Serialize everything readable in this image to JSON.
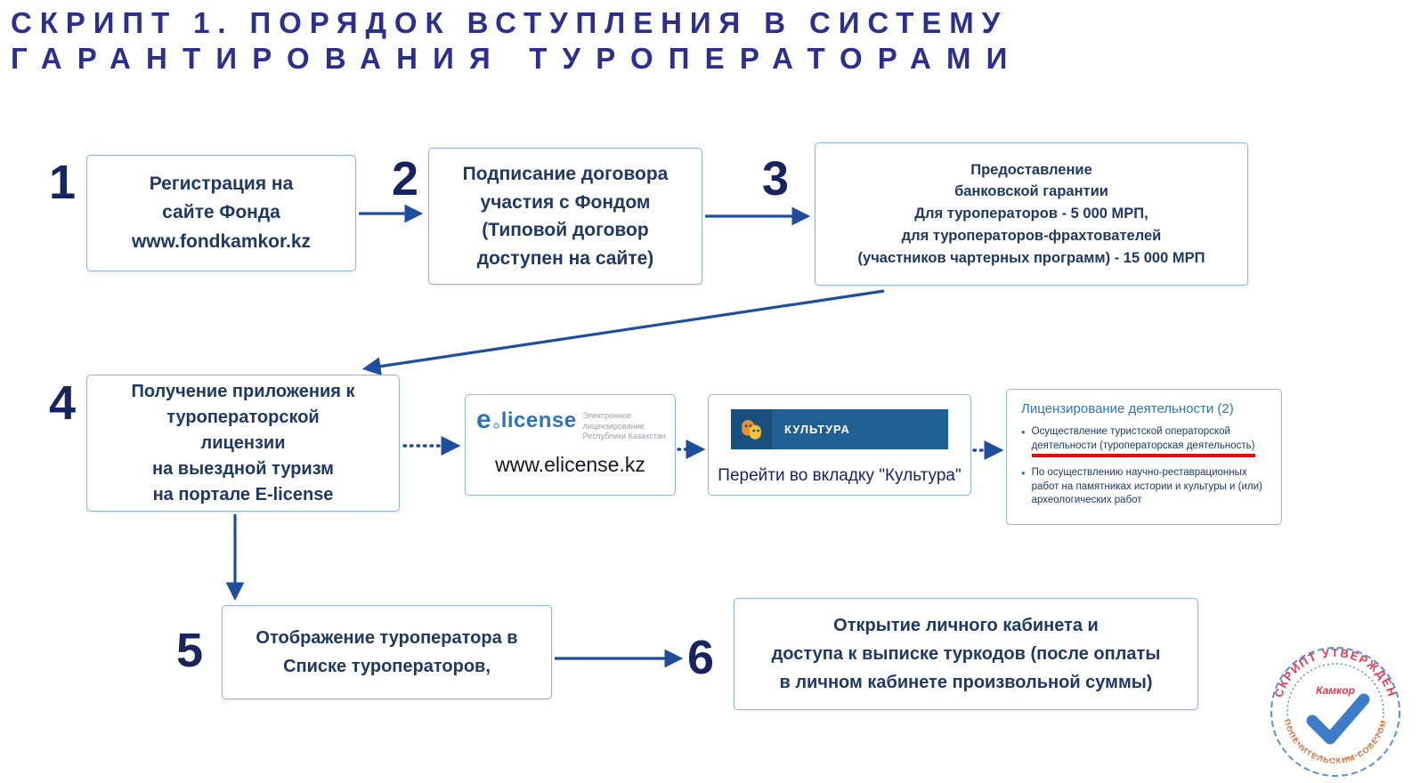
{
  "title": {
    "line1": "СКРИПТ 1. ПОРЯДОК ВСТУПЛЕНИЯ В СИСТЕМУ",
    "line2": "ГАРАНТИРОВАНИЯ ТУРОПЕРАТОРАМИ"
  },
  "steps": [
    {
      "number": "1",
      "text": "Регистрация на\nсайте Фонда\nwww.fondkamkor.kz"
    },
    {
      "number": "2",
      "text": "Подписание договора\nучастия с Фондом\n(Типовой договор\nдоступен на сайте)"
    },
    {
      "number": "3",
      "text": "Предоставление\nбанковской гарантии\nДля туроператоров - 5 000 МРП,\nдля туроператоров-фрахтователей\n(участников чартерных программ) - 15 000 МРП"
    },
    {
      "number": "4",
      "text": "Получение приложения к\nтуроператорской\nлицензии\nна выездной туризм\nна портале E-license"
    },
    {
      "number": "5",
      "text": "Отображение туроператора в\nСписке туроператоров,"
    },
    {
      "number": "6",
      "text": "Открытие личного кабинета и\nдоступа к выписке туркодов (после оплаты\nв личном кабинете произвольной суммы)"
    }
  ],
  "elicense": {
    "logo_e": "e",
    "logo_license": "license",
    "logo_caption": "Электронное лицензирование\nРеспублики Казахстан",
    "url": "www.elicense.kz"
  },
  "kultura": {
    "banner_label": "КУЛЬТУРА",
    "caption": "Перейти во вкладку \"Культура\""
  },
  "license_panel": {
    "header": "Лицензирование деятельности (2)",
    "bullet1_line1": "Осуществление туристской операторской",
    "bullet1_line2": "деятельности (туроператорская деятельность)",
    "bullet2": "По осуществлению научно-реставрационных\nработ на памятниках истории и культуры и (или)\nархеологических работ"
  },
  "stamp": {
    "top_text": "СКРИПТ УТВЕРЖДЕН",
    "bottom_text": "ПОПЕЧИТЕЛЬСКИМ СОВЕТОМ",
    "brand": "Камкор"
  },
  "colors": {
    "title": "#2d2f8e",
    "box_text": "#1f3864",
    "box_border": "#8fb4dd",
    "arrow": "#1f4e9c",
    "banner_blue": "#1f5f93",
    "link_blue": "#2e75b6",
    "highlight_red": "#ff0000",
    "stamp_red": "#e23a5a",
    "stamp_orange": "#e87a3c"
  }
}
